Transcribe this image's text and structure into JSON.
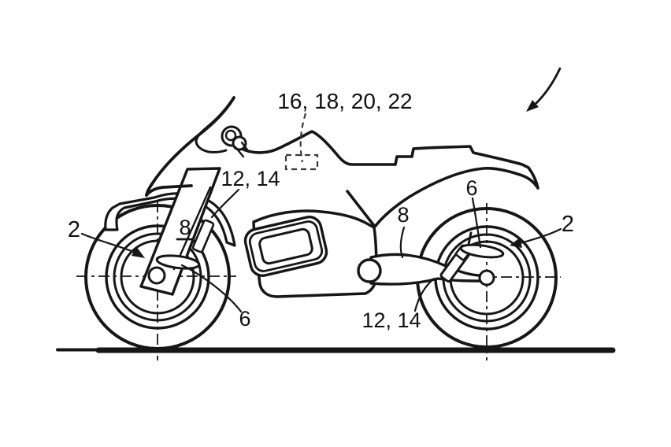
{
  "figure": {
    "kind": "patent line drawing",
    "subject": "motorcycle side view with suspension reference numerals",
    "background_color": "#ffffff",
    "line_color": "#161616"
  },
  "labels": {
    "top_assembly": "16, 18, 20, 22",
    "front_pair": "12, 14",
    "rear_pair": "12, 14",
    "front_wheel": "2",
    "rear_wheel": "2",
    "front_link": "6",
    "rear_link": "6",
    "front_arm": "8",
    "rear_arm": "8"
  }
}
